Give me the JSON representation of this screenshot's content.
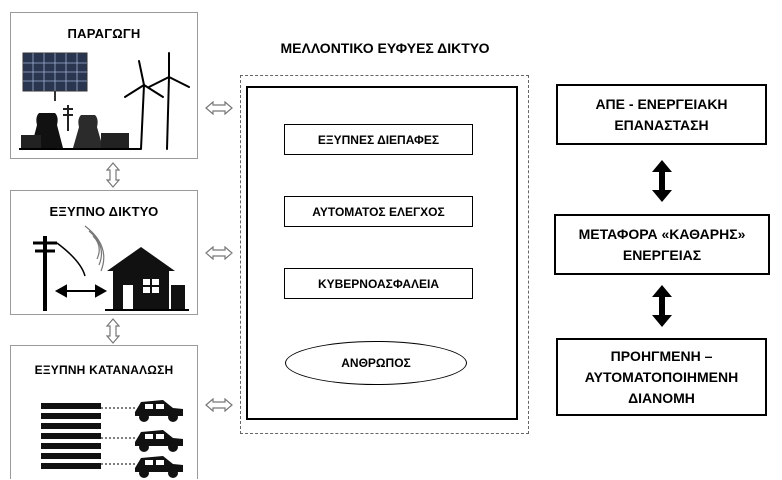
{
  "left_panels": {
    "generation": {
      "title": "ΠΑΡΑΓΩΓΗ"
    },
    "smart_grid": {
      "title": "ΕΞΥΠΝΟ ΔΙΚΤΥΟ"
    },
    "smart_consumption": {
      "title": "ΕΞΥΠΝΗ ΚΑΤΑΝΑΛΩΣΗ"
    }
  },
  "center": {
    "title": "ΜΕΛΛΟΝΤΙΚΟ ΕΥΦΥΕΣ ΔΙΚΤΥΟ",
    "items": [
      "ΕΞΥΠΝΕΣ ΔΙΕΠΑΦΕΣ",
      "ΑΥΤΟΜΑΤΟΣ ΕΛΕΓΧΟΣ",
      "ΚΥΒΕΡΝΟΑΣΦΑΛΕΙΑ"
    ],
    "oval": "ΑΝΘΡΩΠΟΣ"
  },
  "right": {
    "box1": {
      "line1": "ΑΠΕ - ΕΝΕΡΓΕΙΑΚΗ",
      "line2": "ΕΠΑΝΑΣΤΑΣΗ"
    },
    "box2": {
      "line1": "ΜΕΤΑΦΟΡΑ «ΚΑΘΑΡΗΣ»",
      "line2": "ΕΝΕΡΓΕΙΑΣ"
    },
    "box3": {
      "line1": "ΠΡΟΗΓΜΕΝΗ –",
      "line2": "ΑΥΤΟΜΑΤΟΠΟΙΗΜΕΝΗ",
      "line3": "ΔΙΑΝΟΜΗ"
    }
  }
}
